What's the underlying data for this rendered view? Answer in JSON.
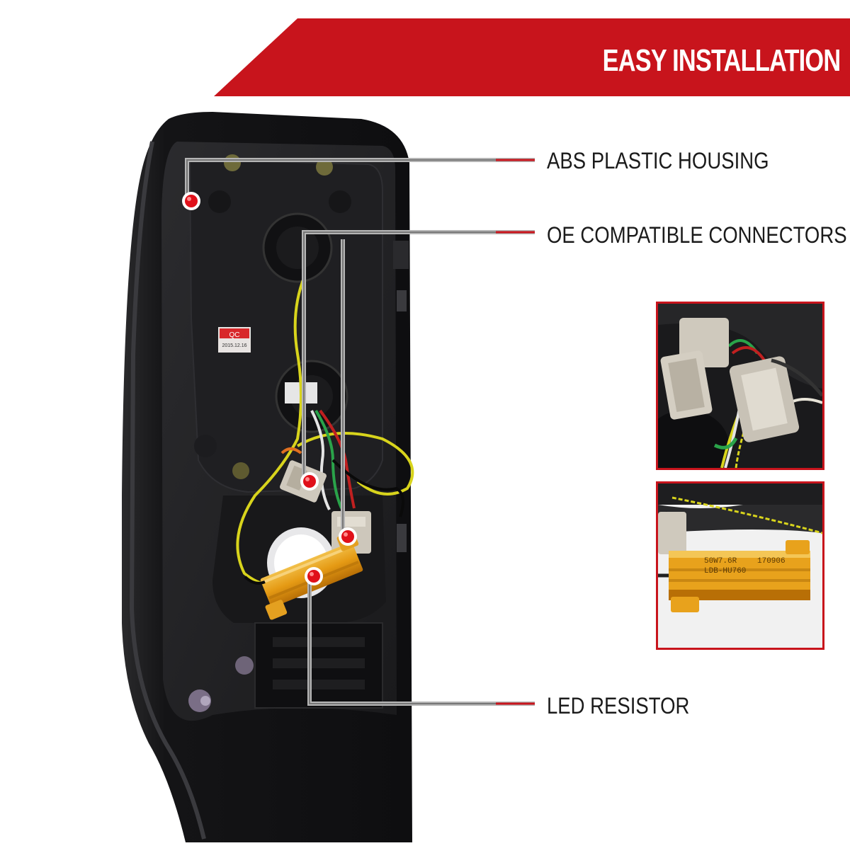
{
  "banner": {
    "title": "EASY INSTALLATION",
    "color": "#c8141c"
  },
  "callouts": [
    {
      "label": "ABS PLASTIC HOUSING",
      "marker_color": "#e0101a"
    },
    {
      "label": "OE COMPATIBLE CONNECTORS",
      "marker_color": "#e0101a"
    },
    {
      "label": "LED RESISTOR",
      "marker_color": "#e0101a"
    }
  ],
  "product": {
    "qc_sticker": "QC",
    "qc_date": "2015.12.16",
    "resistor_print_line1": "50W7.6R",
    "resistor_print_line2": "LDB-HU760",
    "resistor_print_code": "170906"
  },
  "colors": {
    "accent": "#c8141c",
    "housing": "#1c1c1e",
    "resistor": "#e8a21c",
    "wire_yellow": "#d8d41c"
  }
}
